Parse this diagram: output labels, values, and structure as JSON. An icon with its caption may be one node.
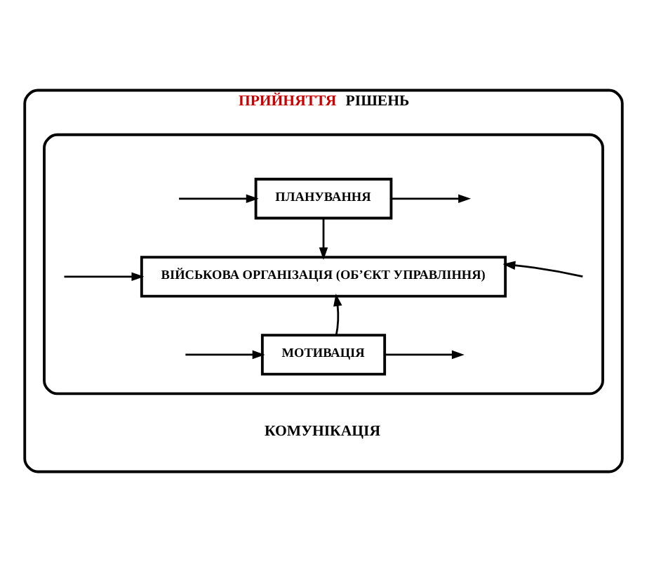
{
  "diagram": {
    "nodes": [
      {
        "text": [
          "ПРИЙНЯТТЯ",
          "РІШЕНЬ",
          "КОМУНІКАЦІЯ"
        ]
      },
      {
        "text": [],
        "shape": "ellipse",
        "in": 0
      },
      {
        "text": [
          "ПЛАНУВАННЯ"
        ],
        "in": 1
      },
      {
        "text": [
          "ВІЙСЬКОВА ОРГАНІЗАЦІЯ (ОБ’ЄКТ УПРАВЛІННЯ)"
        ],
        "in": 1
      },
      {
        "text": [
          "МОТИВАЦІЯ"
        ],
        "in": 1
      }
    ],
    "edges": [
      {
        "from": null,
        "to": 2,
        "arrow": "to"
      },
      {
        "from": 2,
        "to": null,
        "arrow": "to"
      },
      {
        "from": 2,
        "to": 3,
        "arrow": "to"
      },
      {
        "from": null,
        "to": 3,
        "arrow": "to"
      },
      {
        "from": null,
        "to": 3,
        "arrow": "to"
      },
      {
        "from": 4,
        "to": 3,
        "arrow": "to"
      },
      {
        "from": null,
        "to": 4,
        "arrow": "to"
      },
      {
        "from": 4,
        "to": null,
        "arrow": "to"
      }
    ]
  }
}
